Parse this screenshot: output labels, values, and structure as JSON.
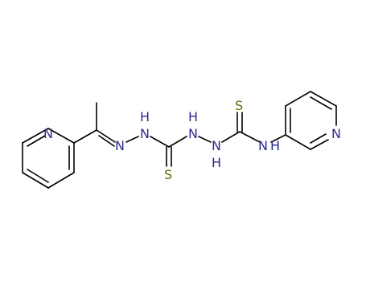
{
  "colors": {
    "bond": "#000000",
    "nitrogen": "#2b2b8c",
    "sulfur": "#6b6b00",
    "background": "#ffffff"
  },
  "atoms": {
    "n_pyridine_left": "N",
    "n_imine": "N",
    "nh_hydrazone_n": "N",
    "nh_hydrazone_h": "H",
    "s_left": "S",
    "nh_hydrazine1_n": "N",
    "nh_hydrazine1_h": "H",
    "nh_hydrazine2_n": "N",
    "nh_hydrazine2_h": "H",
    "s_right": "S",
    "nh_amide_n": "N",
    "nh_amide_h": "H",
    "n_pyridine_right": "N"
  }
}
